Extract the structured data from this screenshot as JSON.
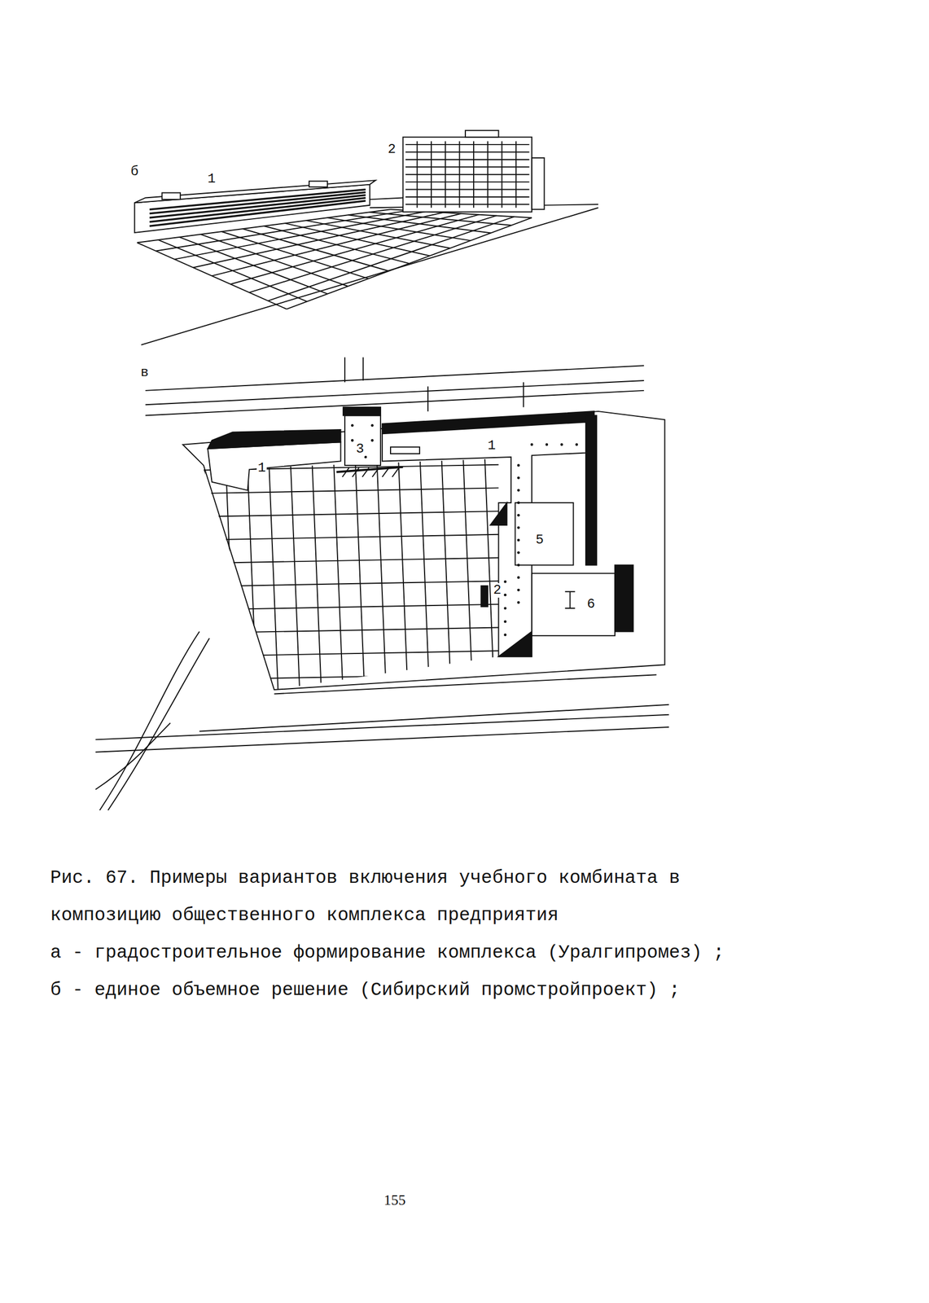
{
  "diagram": {
    "caption": "Рис. 67. Примеры вариантов включения учебного комбината в композицию общественного комплекса предприятия",
    "labels": [
      "б",
      "1",
      "2",
      "в",
      "3",
      "1",
      "1",
      "5",
      "2",
      "6",
      "а - градостроительное формирование комплекса (Уралгипромез) ;",
      "б - единое объемное решение (Сибирский промстройпроект) ;",
      "155"
    ]
  }
}
